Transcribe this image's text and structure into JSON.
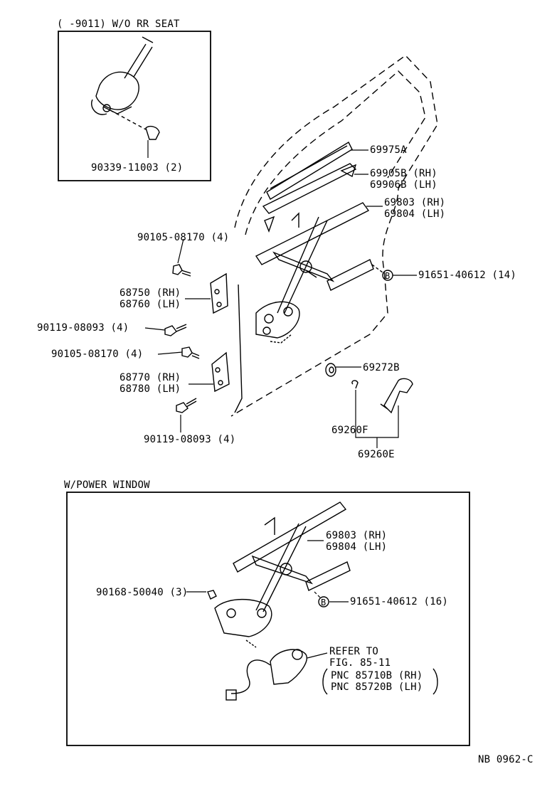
{
  "inset_top": {
    "title": "(      -9011) W/O RR SEAT",
    "part": "90339-11003 (2)"
  },
  "main_parts": {
    "p69975A": "69975A",
    "p69905B": "69905B (RH)",
    "p69906B": "69906B (LH)",
    "p69803": "69803 (RH)",
    "p69804": "69804 (LH)",
    "p90105_a": "90105-08170 (4)",
    "p91651": "91651-40612 (14)",
    "p68750": "68750 (RH)",
    "p68760": "68760 (LH)",
    "p90119_a": "90119-08093 (4)",
    "p90105_b": "90105-08170 (4)",
    "p69272B": "69272B",
    "p68770": "68770 (RH)",
    "p68780": "68780 (LH)",
    "p69260F": "69260F",
    "p90119_b": "90119-08093 (4)",
    "p69260E": "69260E",
    "marker": "B"
  },
  "power_window": {
    "title": "W/POWER WINDOW",
    "p69803": "69803 (RH)",
    "p69804": "69804 (LH)",
    "p90168": "90168-50040 (3)",
    "p91651": "91651-40612 (16)",
    "marker": "B",
    "refer_1": "REFER TO",
    "refer_2": "FIG. 85-11",
    "refer_3": "PNC  85710B (RH)",
    "refer_4": "PNC  85720B (LH)"
  },
  "footer": {
    "code": "NB 0962-C"
  }
}
